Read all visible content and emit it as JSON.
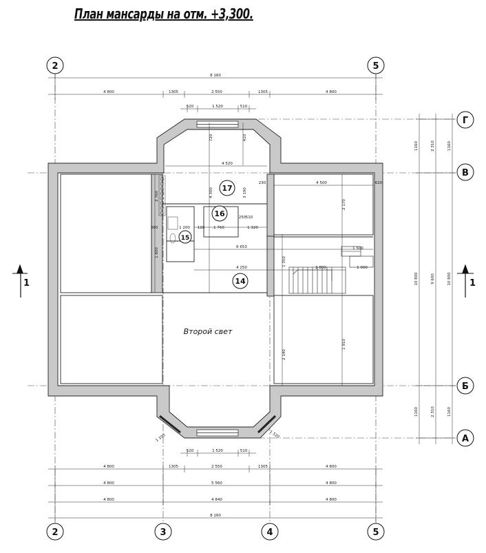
{
  "title": "План мансарды на отм. +3,300.",
  "axes": {
    "top": [
      "2",
      "5"
    ],
    "bottom": [
      "2",
      "3",
      "4",
      "5"
    ],
    "right": [
      "Г",
      "В",
      "Б",
      "А"
    ],
    "section": [
      "1",
      "1"
    ]
  },
  "rooms": [
    "17",
    "16",
    "15",
    "14"
  ],
  "space_label": "Второй свет",
  "dims": {
    "top_total": "8 160",
    "top_chain": [
      "4 800",
      "1305",
      "2 550",
      "1305",
      "4 800"
    ],
    "bay_top": [
      "520",
      "1 520",
      "510"
    ],
    "bay_bottom": [
      "520",
      "1 520",
      "510"
    ],
    "bottom_row1": [
      "4 800",
      "1305",
      "2 550",
      "1305",
      "4 800"
    ],
    "bottom_row2": [
      "4 800",
      "5 560",
      "4 800"
    ],
    "bottom_row3": [
      "4 800",
      "4 840",
      "4 800"
    ],
    "bottom_total": "8 160",
    "right_col1": [
      "1160",
      "10 800",
      "1160"
    ],
    "right_col2": [
      "2 310",
      "9 600",
      "2 310"
    ],
    "right_col3": [
      "1160",
      "10 800",
      "1160"
    ],
    "inner": [
      "4 520",
      "4 500",
      "6 653",
      "4 250",
      "1 320",
      "1 760",
      "1 200",
      "1 500",
      "1 000",
      "2 800",
      "230",
      "620",
      "120",
      "380",
      "720",
      "410",
      "510",
      "4 300",
      "3 190",
      "2 760",
      "1 800",
      "250",
      "1 350",
      "2 170",
      "2 140",
      "1 910",
      "1 100",
      "1 520"
    ]
  }
}
